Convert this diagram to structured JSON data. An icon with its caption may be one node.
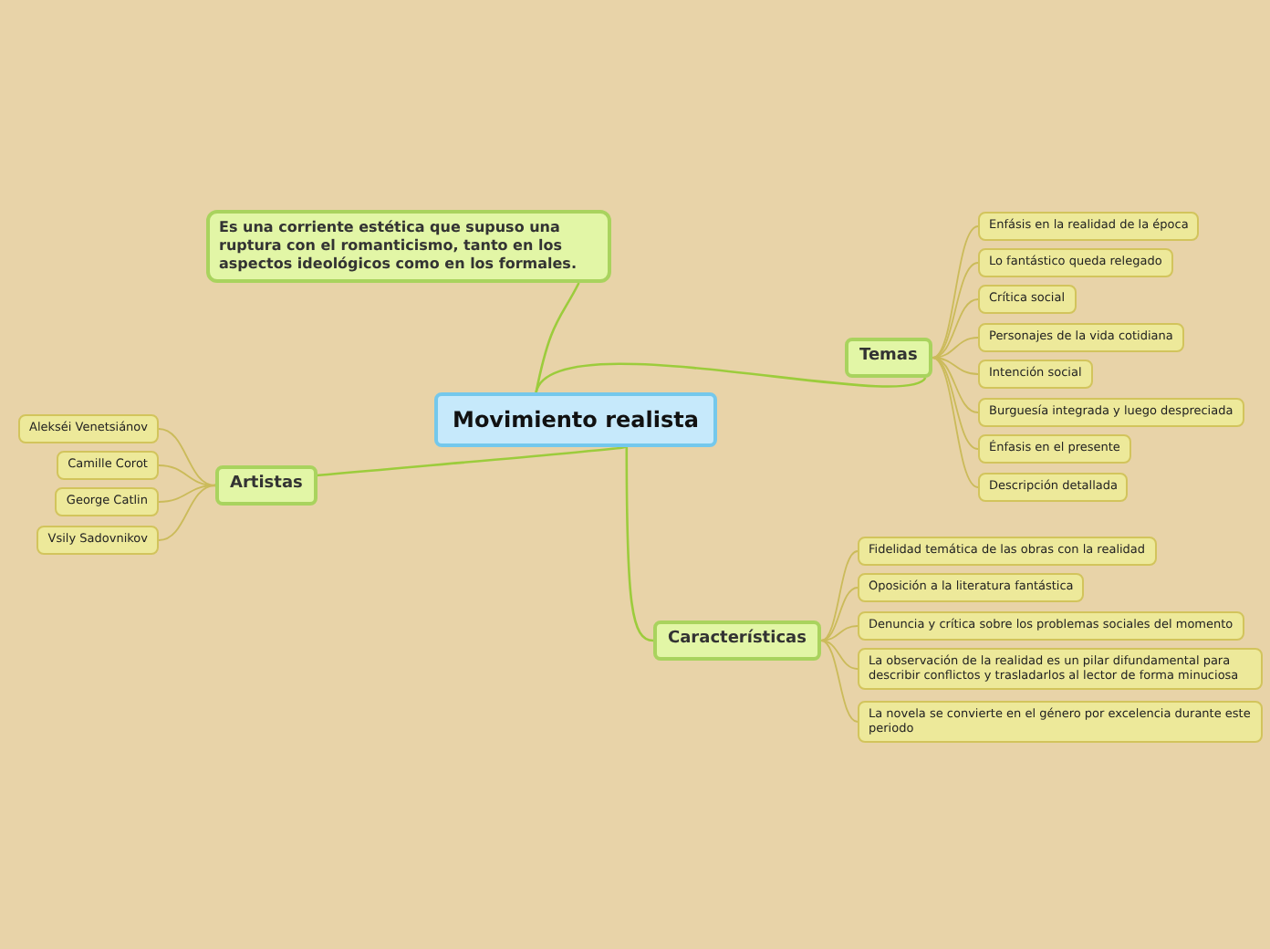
{
  "diagram": {
    "nodes": [
      {
        "text": [
          "Movimiento realista"
        ]
      },
      {
        "text": [
          "Es una corriente estética que supuso una ruptura con el romanticismo, tanto en los aspectos ideológicos como en los formales."
        ]
      },
      {
        "text": [
          "Artistas"
        ]
      },
      {
        "text": [
          "Alekséi Venetsiánov"
        ]
      },
      {
        "text": [
          "Camille Corot"
        ]
      },
      {
        "text": [
          "George Catlin"
        ]
      },
      {
        "text": [
          "Vsily Sadovnikov"
        ]
      },
      {
        "text": [
          "Temas"
        ]
      },
      {
        "text": [
          "Enfásis en la realidad de la época"
        ]
      },
      {
        "text": [
          "Lo fantástico queda relegado"
        ]
      },
      {
        "text": [
          "Crítica social"
        ]
      },
      {
        "text": [
          "Personajes de la vida cotidiana"
        ]
      },
      {
        "text": [
          "Intención social"
        ]
      },
      {
        "text": [
          "Burguesía integrada y luego despreciada"
        ]
      },
      {
        "text": [
          "Énfasis en el presente"
        ]
      },
      {
        "text": [
          "Descripción detallada"
        ]
      },
      {
        "text": [
          "Características"
        ]
      },
      {
        "text": [
          "Fidelidad temática de las obras con la realidad"
        ]
      },
      {
        "text": [
          "Oposición a la literatura fantástica"
        ]
      },
      {
        "text": [
          "Denuncia y crítica sobre los problemas sociales del momento"
        ]
      },
      {
        "text": [
          "La observación de la realidad es un pilar difundamental para describir conflictos y trasladarlos al lector de forma minuciosa"
        ]
      },
      {
        "text": [
          "La novela se convierte en el género por excelencia durante este periodo"
        ]
      }
    ],
    "edges": [
      {
        "from": 0,
        "to": 1,
        "arrow": "none",
        "color": "#9ccc3c"
      },
      {
        "from": 0,
        "to": 2,
        "arrow": "none",
        "color": "#9ccc3c"
      },
      {
        "from": 2,
        "to": 3,
        "arrow": "none"
      },
      {
        "from": 2,
        "to": 4,
        "arrow": "none"
      },
      {
        "from": 2,
        "to": 5,
        "arrow": "none"
      },
      {
        "from": 2,
        "to": 6,
        "arrow": "none"
      },
      {
        "from": 0,
        "to": 7,
        "arrow": "none",
        "color": "#9ccc3c"
      },
      {
        "from": 7,
        "to": 8,
        "arrow": "none"
      },
      {
        "from": 7,
        "to": 9,
        "arrow": "none"
      },
      {
        "from": 7,
        "to": 10,
        "arrow": "none"
      },
      {
        "from": 7,
        "to": 11,
        "arrow": "none"
      },
      {
        "from": 7,
        "to": 12,
        "arrow": "none"
      },
      {
        "from": 7,
        "to": 13,
        "arrow": "none"
      },
      {
        "from": 7,
        "to": 14,
        "arrow": "none"
      },
      {
        "from": 7,
        "to": 15,
        "arrow": "none"
      },
      {
        "from": 0,
        "to": 16,
        "arrow": "none",
        "color": "#9ccc3c"
      },
      {
        "from": 16,
        "to": 17,
        "arrow": "none"
      },
      {
        "from": 16,
        "to": 18,
        "arrow": "none"
      },
      {
        "from": 16,
        "to": 19,
        "arrow": "none"
      },
      {
        "from": 16,
        "to": 20,
        "arrow": "none"
      },
      {
        "from": 16,
        "to": 21,
        "arrow": "none"
      }
    ]
  }
}
